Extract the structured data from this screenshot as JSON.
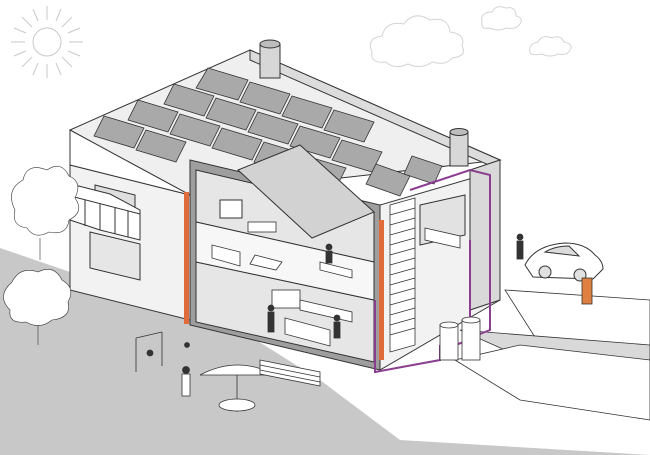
{
  "figure": {
    "subject": "cutaway-house-energy-diagram",
    "components": [
      {
        "id": "sun",
        "icon": "sun-icon"
      },
      {
        "id": "clouds",
        "icon": "cloud-icon"
      },
      {
        "id": "solar-panels",
        "icon": "solar-panel-icon"
      },
      {
        "id": "chimneys",
        "icon": "chimney-icon"
      },
      {
        "id": "heat-pipes",
        "icon": "pipe-icon"
      },
      {
        "id": "storage-tanks",
        "icon": "tank-icon"
      },
      {
        "id": "electric-car",
        "icon": "car-icon"
      },
      {
        "id": "charging-station",
        "icon": "charger-icon"
      },
      {
        "id": "trees",
        "icon": "tree-icon"
      },
      {
        "id": "people",
        "icon": "person-icon"
      },
      {
        "id": "parasol-table",
        "icon": "umbrella-icon"
      },
      {
        "id": "swing",
        "icon": "swing-icon"
      }
    ]
  },
  "colors": {
    "line": "#333333",
    "wall": "#f2f2f2",
    "roof": "#dcdcdc",
    "ground": "#c8c8c8",
    "cutface": "#9e9e9e",
    "interior": "#e6e6e6",
    "panel": "#a9a9a9",
    "sun": "#c9c9c9",
    "cloud": "#d4d4d4",
    "accent_orange": "#e06a3a",
    "accent_purple": "#8b3d8f",
    "charger": "#e08040"
  }
}
